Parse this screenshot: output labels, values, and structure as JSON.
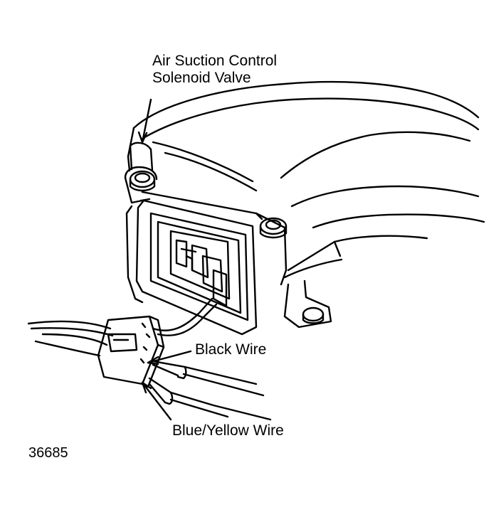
{
  "labels": {
    "valve_line1": "Air Suction Control",
    "valve_line2": "Solenoid Valve",
    "black_wire": "Black Wire",
    "blue_yellow_wire": "Blue/Yellow Wire",
    "figure_number": "36685"
  }
}
